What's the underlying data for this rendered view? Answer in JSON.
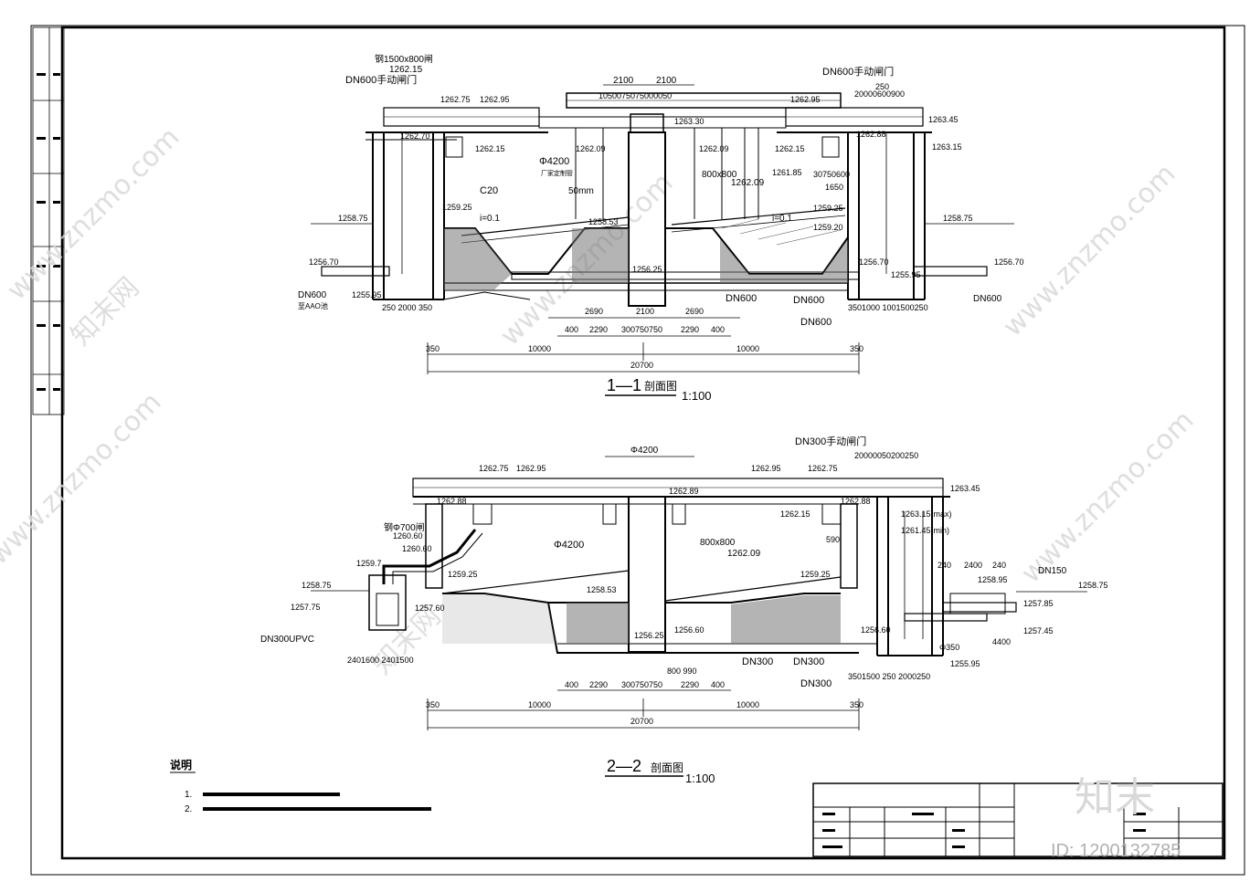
{
  "sheet": {
    "section1_title": "1—1",
    "section1_suffix": "剖面图",
    "section1_scale": "1:100",
    "section2_title": "2—2",
    "section2_suffix": "剖面图",
    "section2_scale": "1:100"
  },
  "s1": {
    "top_dims": [
      "2100",
      "2100"
    ],
    "sub_dims": "1050075075000050",
    "pipe_left": "DN600手动闸门",
    "pipe_right": "DN600手动闸门",
    "gate_label": "钢1500x800闸",
    "gate_elev": "1262.15",
    "elevs": {
      "e1": "1262.75",
      "e2": "1262.95",
      "e3": "1262.70",
      "e4": "1262.15",
      "e5": "1262.09",
      "e6": "1263.30",
      "e7": "1262.09",
      "e8": "1262.15",
      "e9": "1262.95",
      "e10": "1262.88",
      "e11": "1263.45",
      "e12": "1263.15",
      "e13": "1261.85",
      "e14": "1258.75",
      "e15": "1258.75",
      "e16": "1259.25",
      "e17": "1258.53",
      "e18": "1259.25",
      "e19": "1259.20",
      "e20": "1256.70",
      "e21": "1256.70",
      "e22": "1256.70",
      "e23": "1255.95",
      "e24": "1255.95",
      "e25": "1256.25",
      "e26": "1262.09"
    },
    "phi": "Φ4200",
    "phi_note": "厂家定制管",
    "beam": "800x800",
    "c20": "C20",
    "c20_note": "50mm",
    "slope": "i=0.1",
    "dims_right_top": "250",
    "dims_right": "20000600900",
    "d1650": "1650",
    "d300": "30750600",
    "inlet_left": "DN600",
    "inlet_left2": "至AAO池",
    "inlet_right": "DN600",
    "mid_dn600a": "DN600",
    "mid_dn600b": "DN600",
    "mid_dn600c": "DN600",
    "row1": [
      "2690",
      "2100",
      "2690"
    ],
    "row2": [
      "400",
      "2290",
      "300750750",
      "2290",
      "400"
    ],
    "row3_left": "250 2000 350",
    "row3_right": "3501000 1001500250",
    "totals": [
      "350",
      "10000",
      "10000",
      "350"
    ],
    "grand": "20700"
  },
  "s2": {
    "top_dim": "Φ4200",
    "pipe": "DN300手动闸门",
    "dims_top_right": "20000050200250",
    "elevs": {
      "a1": "1262.75",
      "a2": "1262.95",
      "a3": "1262.95",
      "a4": "1262.75",
      "a5": "1262.88",
      "a6": "1262.89",
      "a7": "1262.88",
      "a8": "1263.45",
      "a9": "1262.15",
      "a10": "1263.15(max)",
      "a11": "1261.45(min)",
      "a12": "1259.25",
      "a13": "1259.25",
      "a14": "1258.53",
      "a15": "1258.95",
      "a16": "1258.75",
      "a17": "1258.75",
      "a18": "1257.75",
      "a19": "1257.85",
      "a20": "1257.45",
      "a21": "1257.60",
      "a22": "1256.25",
      "a23": "1256.60",
      "a24": "1256.60",
      "a25": "1255.95",
      "a26": "1259.7",
      "a27": "1260.60",
      "a28": "1260.60",
      "a29": "1262.09"
    },
    "phi700": "钢Φ700闸",
    "phi4200": "Φ4200",
    "beam": "800x800",
    "d590": "590",
    "d240": [
      "240",
      "2400",
      "240"
    ],
    "dn150": "DN150",
    "dn300upvc": "DN300UPVC",
    "dn300a": "DN300",
    "dn300b": "DN300",
    "dn300c": "DN300",
    "d400": "4400",
    "d350": "Φ350",
    "row_left": "2401600 2401500",
    "row2": [
      "400",
      "2290",
      "300750750",
      "2290",
      "400"
    ],
    "row_mid": "800 990",
    "row_right": "3501500 250  2000250",
    "totals": [
      "350",
      "10000",
      "10000",
      "350"
    ],
    "grand": "20700"
  },
  "notes": {
    "heading": "说明",
    "items": [
      "1.",
      "2."
    ]
  },
  "title_block": {
    "project": "知末",
    "id": "ID: 1200132785"
  },
  "watermarks": [
    "www.znzmo.com",
    "知末网"
  ]
}
